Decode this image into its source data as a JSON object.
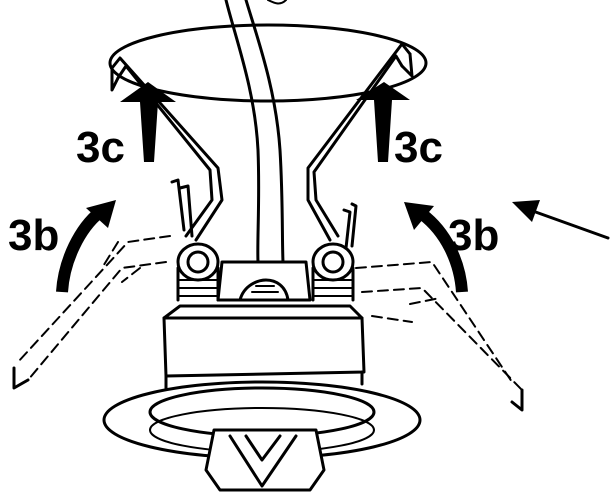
{
  "labels": {
    "left_3c": "3c",
    "right_3c": "3c",
    "left_3b": "3b",
    "right_3b": "3b"
  }
}
